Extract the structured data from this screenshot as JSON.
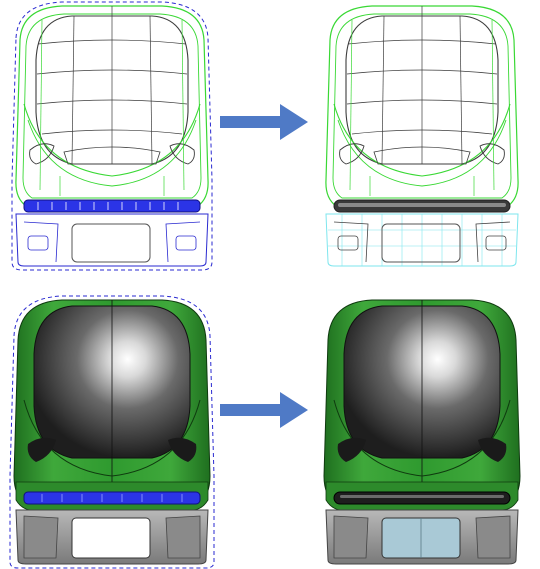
{
  "figure": {
    "panels": [
      {
        "id": "wire-before",
        "style": "wireframe",
        "state": "before"
      },
      {
        "id": "wire-after",
        "style": "wireframe",
        "state": "after"
      },
      {
        "id": "shaded-before",
        "style": "shaded",
        "state": "before"
      },
      {
        "id": "shaded-after",
        "style": "shaded",
        "state": "after"
      }
    ],
    "arrows": [
      {
        "from": "wire-before",
        "to": "wire-after",
        "icon": "arrow-right-icon"
      },
      {
        "from": "shaded-before",
        "to": "shaded-after",
        "icon": "arrow-right-icon"
      }
    ],
    "colors": {
      "body_green": "#2f9a2f",
      "body_green_dark": "#1f6f1f",
      "wire_green": "#39d834",
      "wire_dark": "#3c3c3c",
      "wire_blue": "#2a2ad0",
      "wire_cyan": "#7ee6ee",
      "highlight_blue": "#2b34e6",
      "glass_dark": "#2a2a2a",
      "skirt_gray": "#9a9a9a",
      "plate_blue": "#a9c9d6",
      "arrow_blue": "#4f7ac6"
    }
  }
}
